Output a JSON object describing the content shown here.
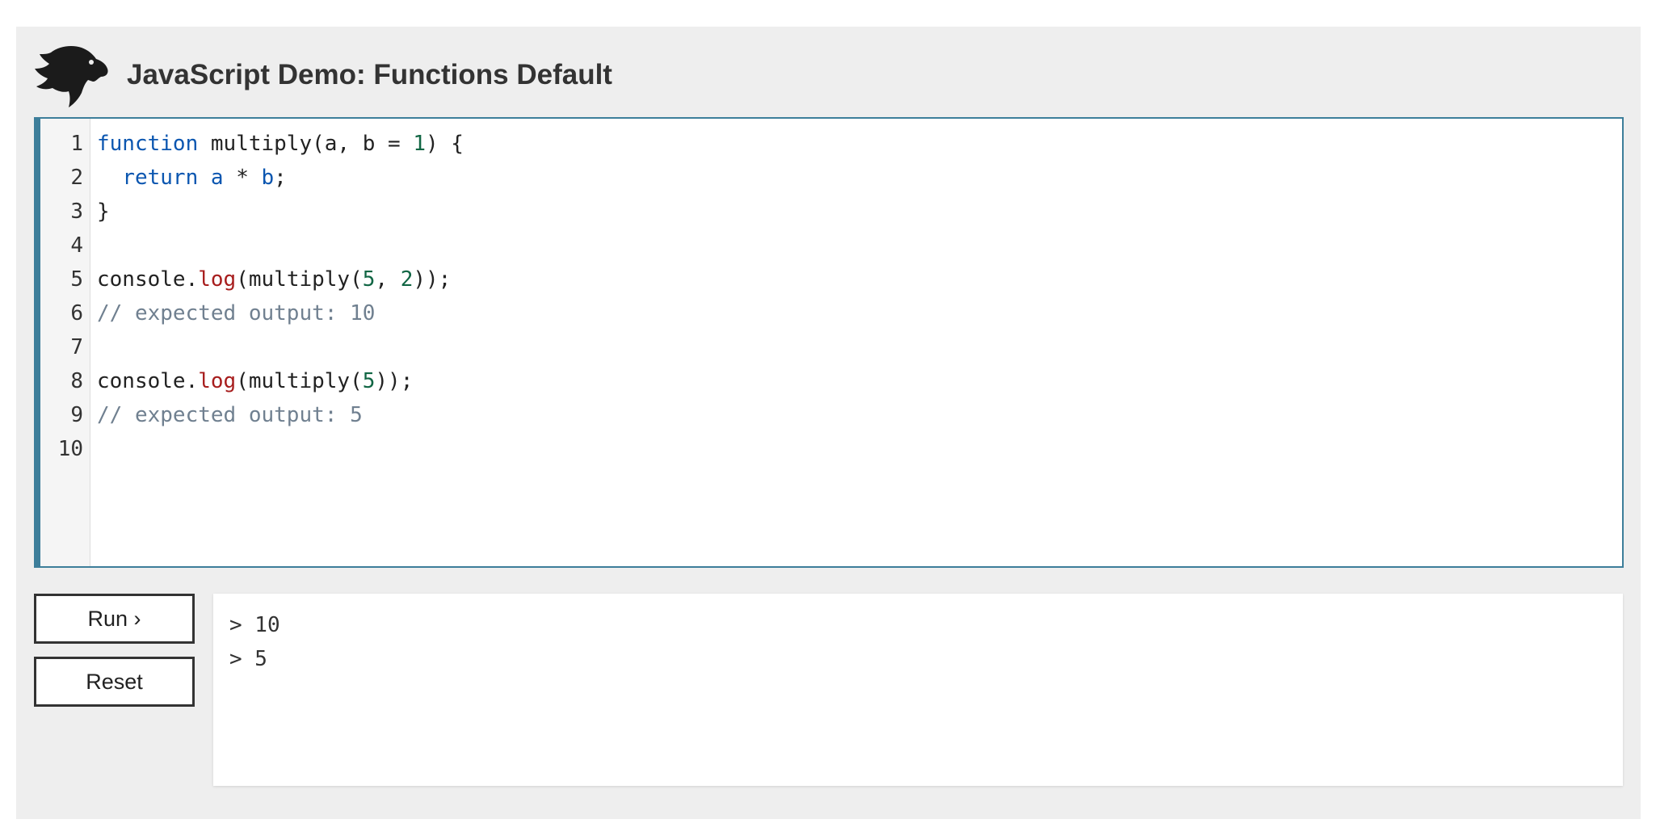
{
  "header": {
    "title": "JavaScript Demo: Functions Default",
    "logo_icon": "dinosaur-logo-icon"
  },
  "editor": {
    "line_numbers": [
      "1",
      "2",
      "3",
      "4",
      "5",
      "6",
      "7",
      "8",
      "9",
      "10"
    ],
    "lines": [
      [
        {
          "t": "function",
          "c": "kw"
        },
        {
          "t": " multiply(a, b = ",
          "c": ""
        },
        {
          "t": "1",
          "c": "num"
        },
        {
          "t": ") {",
          "c": ""
        }
      ],
      [
        {
          "t": "  ",
          "c": ""
        },
        {
          "t": "return a",
          "c": "kw"
        },
        {
          "t": " * ",
          "c": ""
        },
        {
          "t": "b",
          "c": "kw"
        },
        {
          "t": ";",
          "c": ""
        }
      ],
      [
        {
          "t": "}",
          "c": ""
        }
      ],
      [],
      [
        {
          "t": "console.",
          "c": ""
        },
        {
          "t": "log",
          "c": "fn"
        },
        {
          "t": "(multiply(",
          "c": ""
        },
        {
          "t": "5",
          "c": "num"
        },
        {
          "t": ", ",
          "c": ""
        },
        {
          "t": "2",
          "c": "num"
        },
        {
          "t": "));",
          "c": ""
        }
      ],
      [
        {
          "t": "// expected output: 10",
          "c": "cm"
        }
      ],
      [],
      [
        {
          "t": "console.",
          "c": ""
        },
        {
          "t": "log",
          "c": "fn"
        },
        {
          "t": "(multiply(",
          "c": ""
        },
        {
          "t": "5",
          "c": "num"
        },
        {
          "t": "));",
          "c": ""
        }
      ],
      [
        {
          "t": "// expected output: 5",
          "c": "cm"
        }
      ],
      []
    ]
  },
  "buttons": {
    "run_label": "Run ›",
    "reset_label": "Reset"
  },
  "output": {
    "lines": [
      "> 10",
      "> 5"
    ]
  },
  "colors": {
    "accent": "#3d7e9a",
    "keyword": "#0b56b0",
    "number": "#116644",
    "function": "#a71d1d",
    "comment": "#708090"
  }
}
